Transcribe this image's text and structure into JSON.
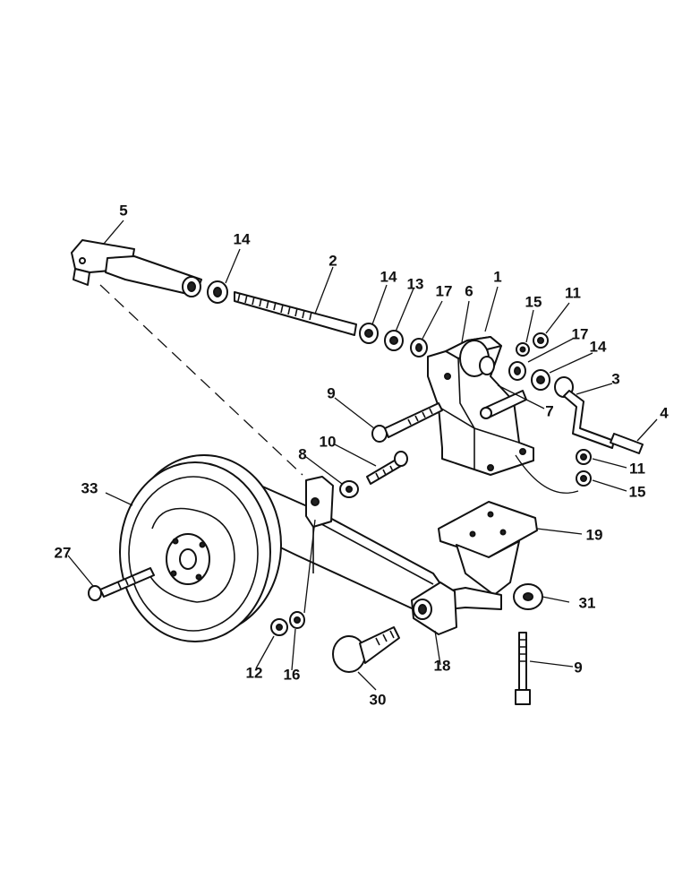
{
  "labels": {
    "l1": "1",
    "l2": "2",
    "l3": "3",
    "l4": "4",
    "l5": "5",
    "l6": "6",
    "l7": "7",
    "l8": "8",
    "l9a": "9",
    "l9b": "9",
    "l10": "10",
    "l11a": "11",
    "l11b": "11",
    "l12": "12",
    "l13": "13",
    "l14a": "14",
    "l14b": "14",
    "l14c": "14",
    "l15a": "15",
    "l15b": "15",
    "l16": "16",
    "l17a": "17",
    "l17b": "17",
    "l18": "18",
    "l19": "19",
    "l27": "27",
    "l30": "30",
    "l31": "31",
    "l33": "33"
  }
}
